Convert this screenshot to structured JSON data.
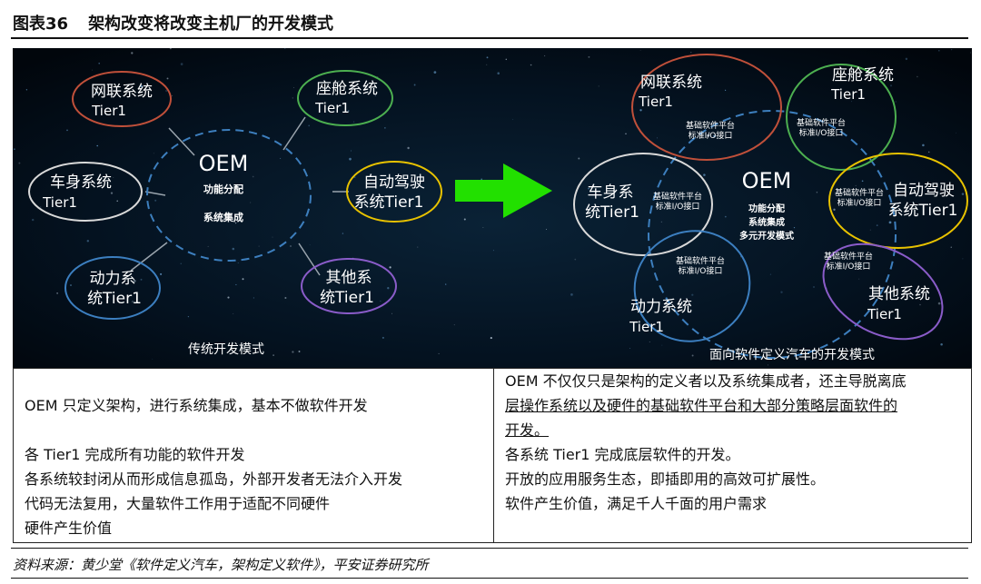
{
  "figure": {
    "number": "图表36",
    "title": "架构改变将改变主机厂的开发模式"
  },
  "left_diagram": {
    "center": {
      "title": "OEM",
      "line1": "功能分配",
      "line2": "系统集成"
    },
    "nodes": [
      {
        "l1": "网联系统",
        "l2": "Tier1",
        "color": "#c0503a"
      },
      {
        "l1": "座舱系统",
        "l2": "Tier1",
        "color": "#4caf50"
      },
      {
        "l1": "车身系统",
        "l2": "Tier1",
        "color": "#d9d9d9"
      },
      {
        "l1": "自动驾驶",
        "l2": "系统Tier1",
        "color": "#e8c200"
      },
      {
        "l1": "动力系",
        "l2": "统Tier1",
        "color": "#3c7fc0"
      },
      {
        "l1": "其他系",
        "l2": "统Tier1",
        "color": "#8a5cc9"
      }
    ],
    "caption": "传统开发模式"
  },
  "right_diagram": {
    "center": {
      "title": "OEM",
      "line1": "功能分配",
      "line2": "系统集成",
      "line3": "多元开发模式"
    },
    "platform_l1": "基础软件平台",
    "platform_l2": "标准I/O接口",
    "nodes": [
      {
        "l1": "网联系统",
        "l2": "Tier1",
        "color": "#c0503a"
      },
      {
        "l1": "座舱系统",
        "l2": "Tier1",
        "color": "#4caf50"
      },
      {
        "l1": "车身系",
        "l2": "统Tier1",
        "color": "#d9d9d9"
      },
      {
        "l1": "自动驾驶",
        "l2": "系统Tier1",
        "color": "#e8c200"
      },
      {
        "l1": "动力系统",
        "l2": "Tier1",
        "color": "#3c7fc0"
      },
      {
        "l1": "其他系统",
        "l2": "Tier1",
        "color": "#8a5cc9"
      }
    ],
    "caption": "面向软件定义汽车的开发模式"
  },
  "arrow_color": "#22e000",
  "table": {
    "left": [
      "OEM 只定义架构，进行系统集成，基本不做软件开发",
      "各 Tier1 完成所有功能的软件开发",
      "各系统较封闭从而形成信息孤岛，外部开发者无法介入开发",
      "代码无法复用，大量软件工作用于适配不同硬件",
      "硬件产生价值"
    ],
    "right": [
      "OEM 不仅仅只是架构的定义者以及系统集成者，还主导脱离底",
      "层操作系统以及硬件的基础软件平台和大部分策略层面软件的",
      "开发。",
      "各系统 Tier1 完成底层软件的开发。",
      "开放的应用服务生态，即插即用的高效可扩展性。",
      "软件产生价值，满足千人千面的用户需求"
    ]
  },
  "source": "资料来源：黄少堂《软件定义汽车，架构定义软件》，平安证券研究所"
}
